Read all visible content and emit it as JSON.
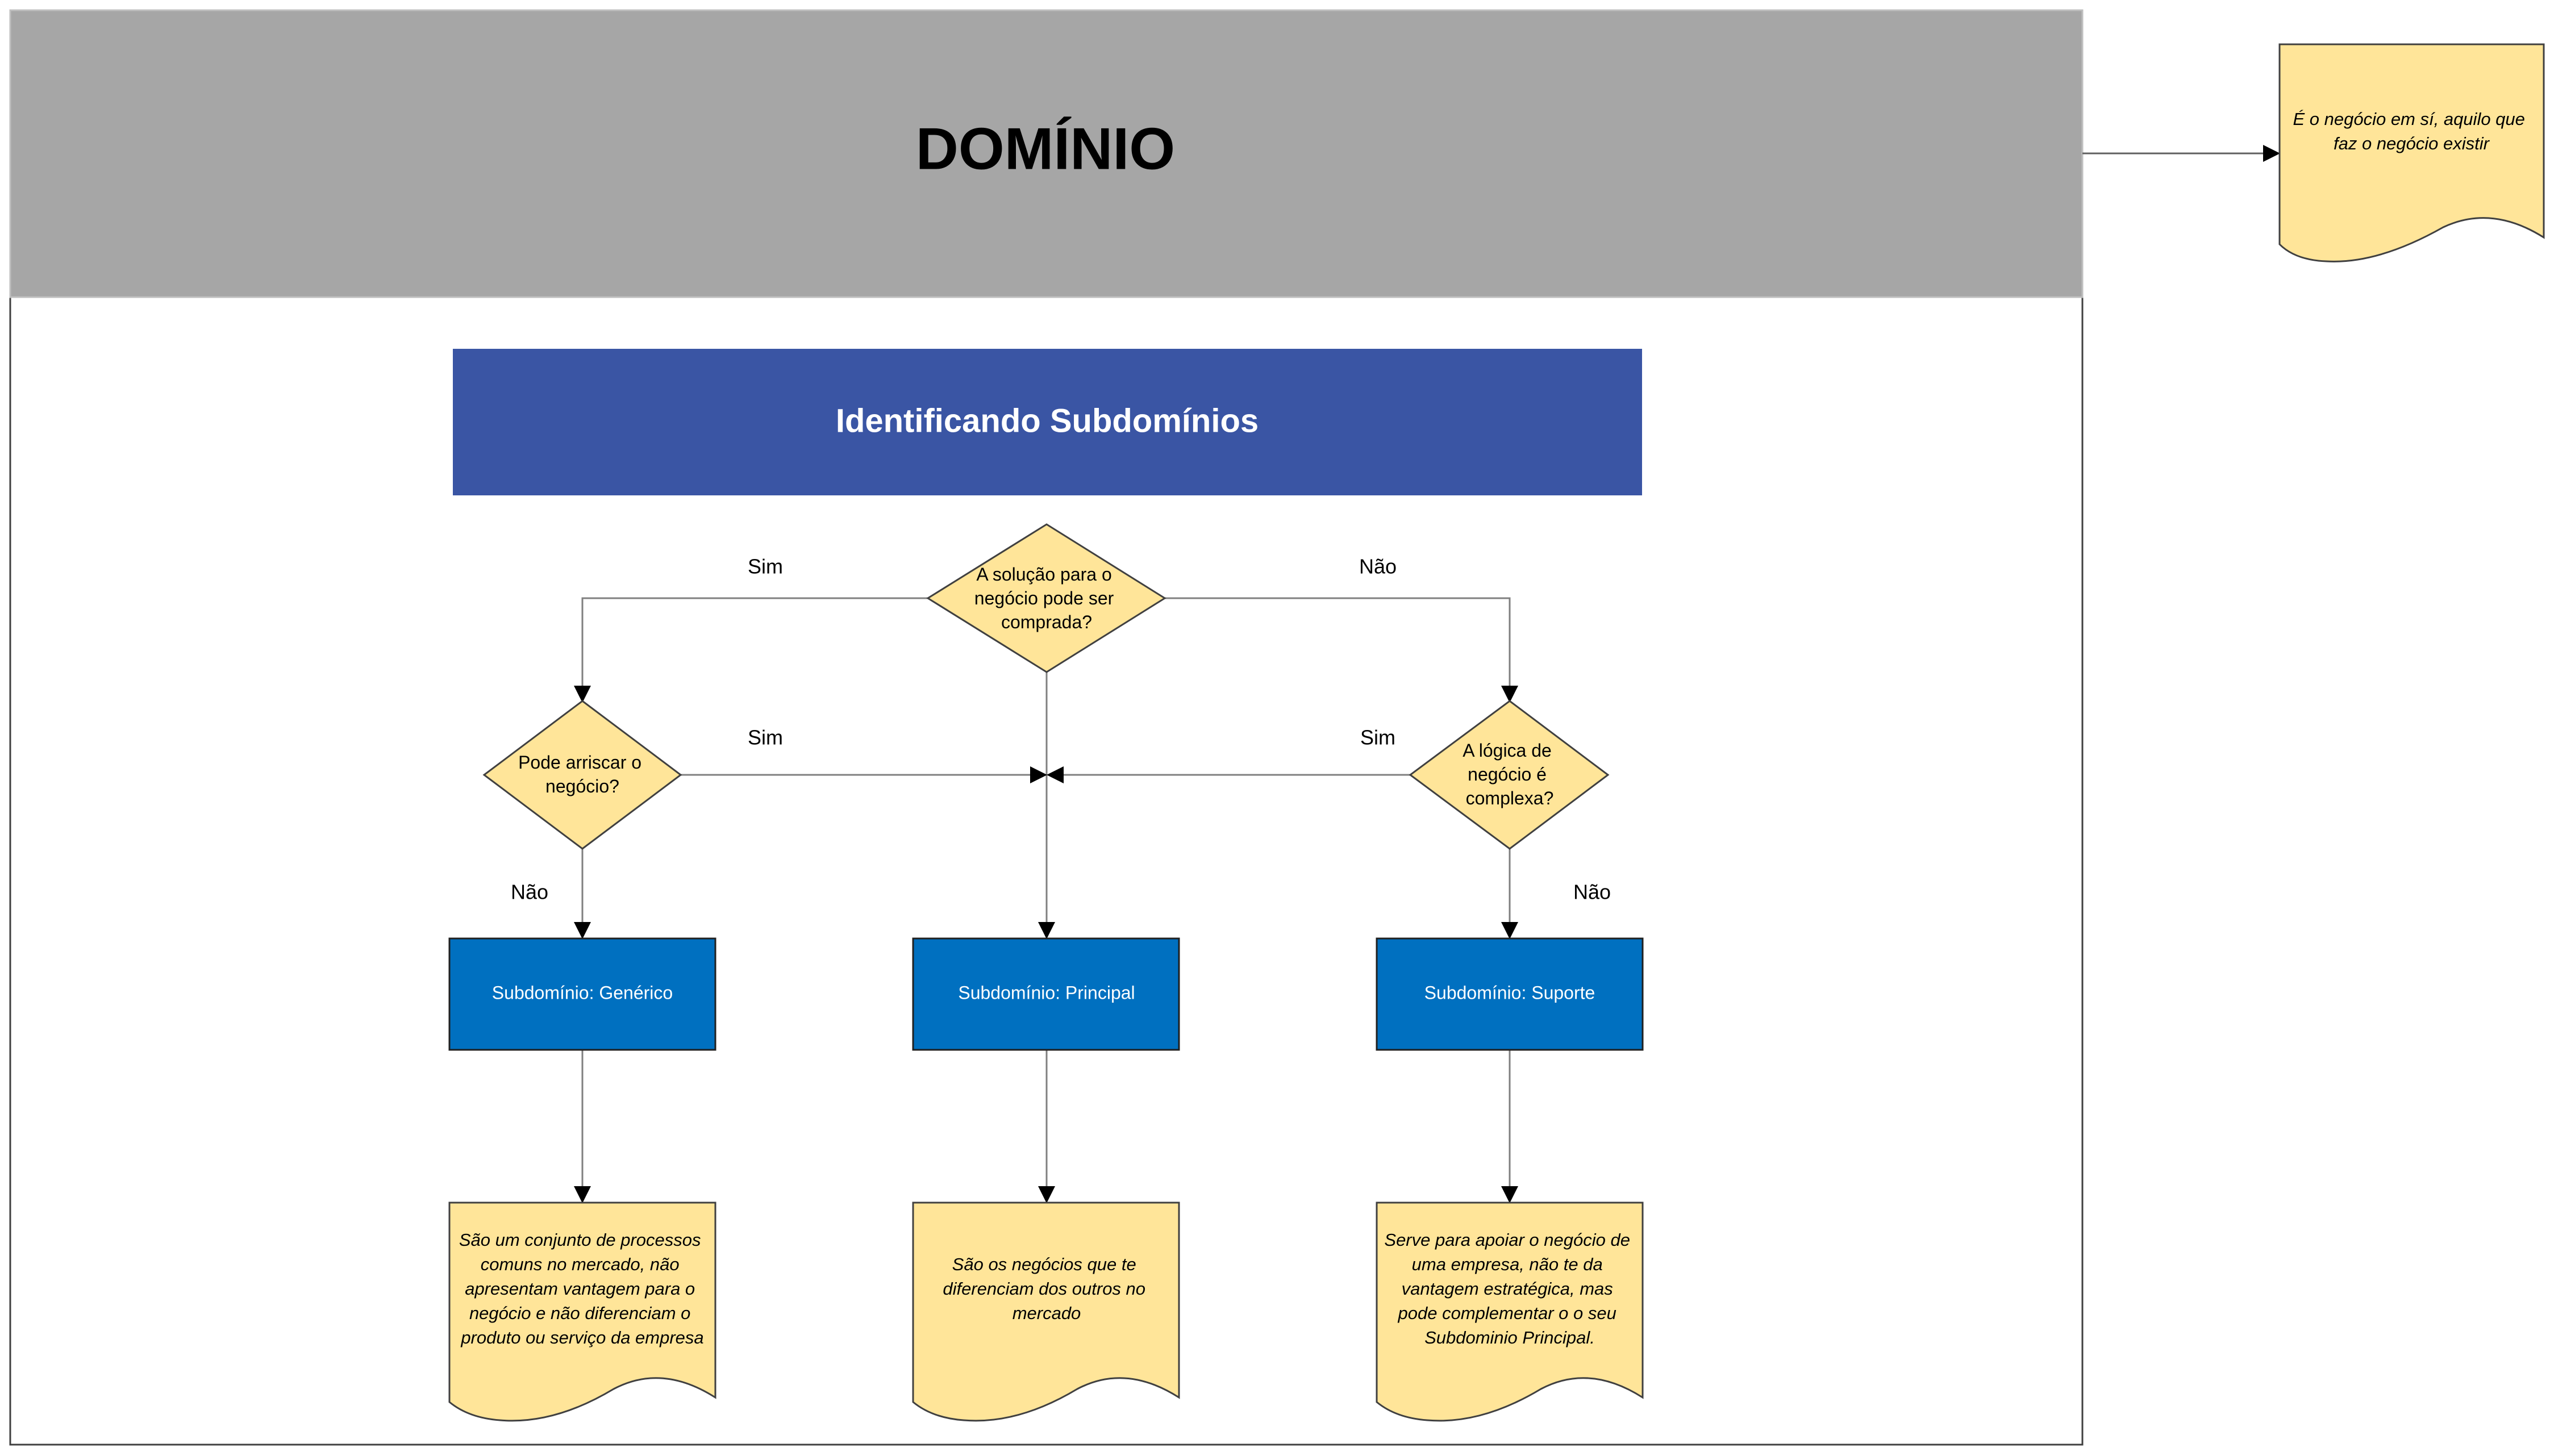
{
  "domain_header": {
    "title": "DOMÍNIO",
    "bg_color": "#a6a6a6"
  },
  "domain_note": {
    "lines": [
      "É o negócio em sí, aquilo que",
      "faz o negócio existir"
    ]
  },
  "subdomain_header": {
    "title": "Identificando Subdomínios",
    "bg_color": "#3a55a4"
  },
  "decisions": {
    "buy": {
      "lines": [
        "A solução para o",
        "negócio pode ser",
        "comprada?"
      ]
    },
    "risk": {
      "lines": [
        "Pode arriscar o",
        "negócio?"
      ]
    },
    "complex": {
      "lines": [
        "A lógica de",
        "negócio é",
        "complexa?"
      ]
    }
  },
  "edge_labels": {
    "buy_yes": "Sim",
    "buy_no": "Não",
    "risk_yes": "Sim",
    "complex_yes": "Sim",
    "risk_no": "Não",
    "complex_no": "Não"
  },
  "subdomains": {
    "generic": {
      "label": "Subdomínio: Genérico"
    },
    "core": {
      "label": "Subdomínio: Principal"
    },
    "support": {
      "label": "Subdomínio: Suporte"
    }
  },
  "notes": {
    "generic": {
      "lines": [
        "São um conjunto de processos",
        "comuns no mercado, não",
        "apresentam vantagem para o",
        "negócio e não diferenciam o",
        "produto ou serviço da empresa"
      ]
    },
    "core": {
      "lines": [
        "São os negócios que te",
        "diferenciam dos outros no",
        "mercado"
      ]
    },
    "support": {
      "lines": [
        "Serve para apoiar o negócio de",
        "uma empresa, não te da",
        "vantagem estratégica, mas",
        "pode complementar o o seu",
        "Subdominio Principal."
      ]
    }
  },
  "colors": {
    "decision_fill": "#ffe599",
    "note_fill": "#ffe599",
    "subdomain_fill": "#0070c0",
    "connector": "#808080"
  }
}
